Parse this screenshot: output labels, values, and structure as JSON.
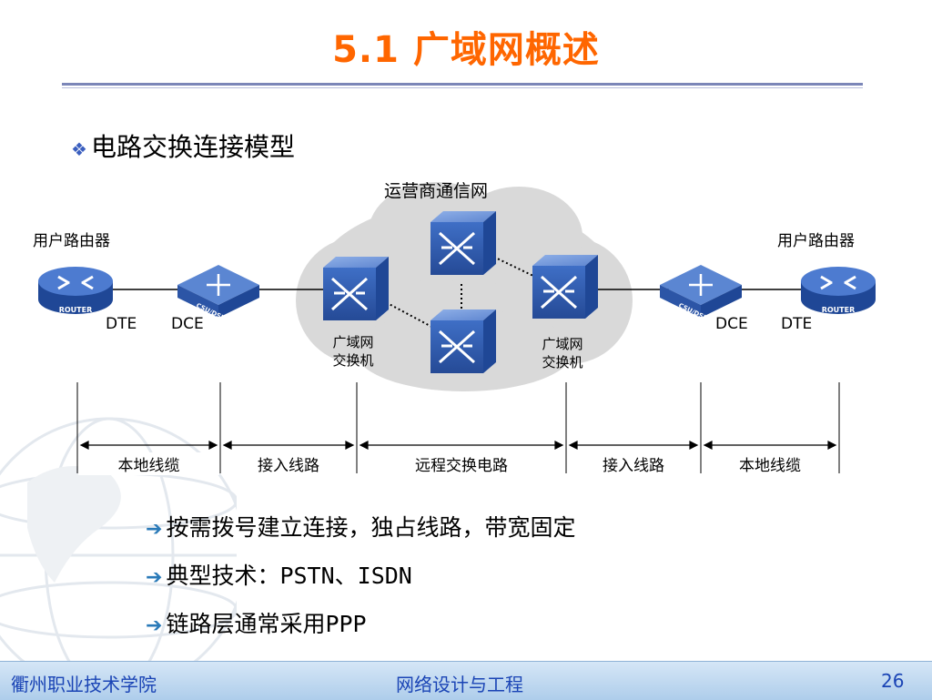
{
  "title": "5.1  广域网概述",
  "subheading": "电路交换连接模型",
  "diagram": {
    "cloud_label": "运营商通信网",
    "left_router_label": "用户路由器",
    "right_router_label": "用户路由器",
    "router_tag": "ROUTER",
    "csu_tag": "CSU/DSU",
    "left_dte": "DTE",
    "left_dce": "DCE",
    "right_dce": "DCE",
    "right_dte": "DTE",
    "left_switch_label_1": "广域网",
    "left_switch_label_2": "交换机",
    "right_switch_label_1": "广域网",
    "right_switch_label_2": "交换机",
    "segments": [
      "本地线缆",
      "接入线路",
      "远程交换电路",
      "接入线路",
      "本地线缆"
    ]
  },
  "bullets": [
    "按需拨号建立连接，独占线路，带宽固定",
    "典型技术：PSTN、ISDN",
    "链路层通常采用PPP"
  ],
  "footer": {
    "school": "衢州职业技术学院",
    "course": "网络设计与工程",
    "page": "26"
  },
  "colors": {
    "title": "#ff6600",
    "device": "#3a63b8",
    "footer_text": "#1a44b5"
  }
}
